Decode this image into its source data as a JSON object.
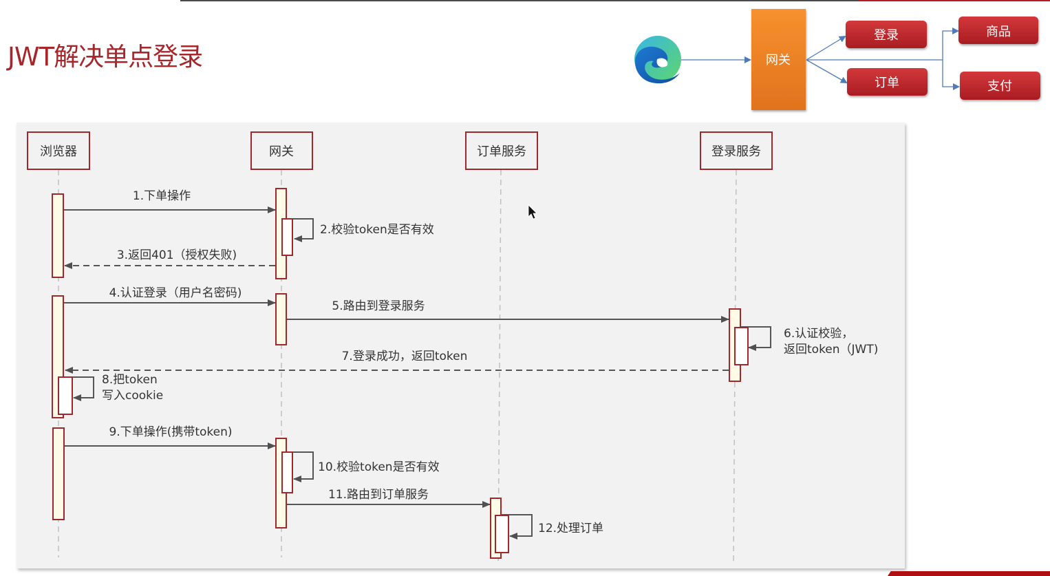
{
  "title": "JWT解决单点登录",
  "architecture": {
    "client_icon": "edge-browser-icon",
    "gateway": "网关",
    "services_left": [
      "登录",
      "订单"
    ],
    "services_right": [
      "商品",
      "支付"
    ],
    "colors": {
      "gateway": "#f0862a",
      "service": "#c0282c",
      "arrow": "#4f7bb8"
    }
  },
  "sequence": {
    "participants": [
      "浏览器",
      "网关",
      "订单服务",
      "登录服务"
    ],
    "messages": [
      {
        "step": "1.下单操作",
        "from": "浏览器",
        "to": "网关",
        "type": "sync"
      },
      {
        "step": "2.校验token是否有效",
        "from": "网关",
        "to": "网关",
        "type": "self"
      },
      {
        "step": "3.返回401（授权失败)",
        "from": "网关",
        "to": "浏览器",
        "type": "return"
      },
      {
        "step": "4.认证登录（用户名密码)",
        "from": "浏览器",
        "to": "网关",
        "type": "sync"
      },
      {
        "step": "5.路由到登录服务",
        "from": "网关",
        "to": "登录服务",
        "type": "sync"
      },
      {
        "step_lines": [
          "6.认证校验，",
          "返回token（JWT)"
        ],
        "from": "登录服务",
        "to": "登录服务",
        "type": "self"
      },
      {
        "step": "7.登录成功，返回token",
        "from": "登录服务",
        "to": "浏览器",
        "type": "return"
      },
      {
        "step_lines": [
          "8.把token",
          "写入cookie"
        ],
        "from": "浏览器",
        "to": "浏览器",
        "type": "self"
      },
      {
        "step": "9.下单操作(携带token)",
        "from": "浏览器",
        "to": "网关",
        "type": "sync"
      },
      {
        "step": "10.校验token是否有效",
        "from": "网关",
        "to": "网关",
        "type": "self"
      },
      {
        "step": "11.路由到订单服务",
        "from": "网关",
        "to": "订单服务",
        "type": "sync"
      },
      {
        "step": "12.处理订单",
        "from": "订单服务",
        "to": "订单服务",
        "type": "self"
      }
    ],
    "colors": {
      "participant_border": "#a0282c",
      "activation_fill": "#fffbe6",
      "line": "#555555"
    }
  }
}
